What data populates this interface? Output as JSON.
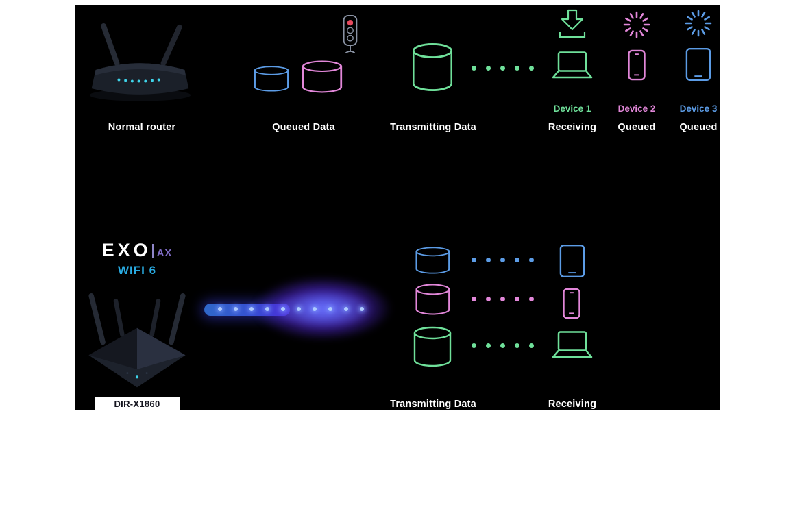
{
  "colors": {
    "blue": "#5C9CE6",
    "pink": "#E287D9",
    "green": "#6FE09A",
    "cyan": "#29ABE2",
    "purple": "#7E6BC4",
    "red": "#E84A5F",
    "panel_bg": "#000000",
    "label_text": "#FFFFFF"
  },
  "icons": {
    "traffic-light-icon": "stoplight with red lamp lit",
    "database-cylinder-icon": "outlined data cylinder",
    "download-icon": "arrow down into tray",
    "spinner-icon": "radial loading burst",
    "laptop-icon": "outlined laptop",
    "phone-icon": "outlined smartphone",
    "tablet-icon": "outlined tablet"
  },
  "top_row": {
    "router_label": "Normal router",
    "queued_data_label": "Queued Data",
    "transmitting_label": "Transmitting Data",
    "devices": [
      {
        "name": "Device 1",
        "status": "Receiving"
      },
      {
        "name": "Device 2",
        "status": "Queued"
      },
      {
        "name": "Device 3",
        "status": "Queued"
      }
    ]
  },
  "bottom_row": {
    "logo_text": "EXO",
    "logo_suffix": "AX",
    "wifi_label": "WIFI 6",
    "model_label": "DIR-X1860",
    "transmitting_label": "Transmitting Data",
    "receiving_label": "Receiving"
  }
}
